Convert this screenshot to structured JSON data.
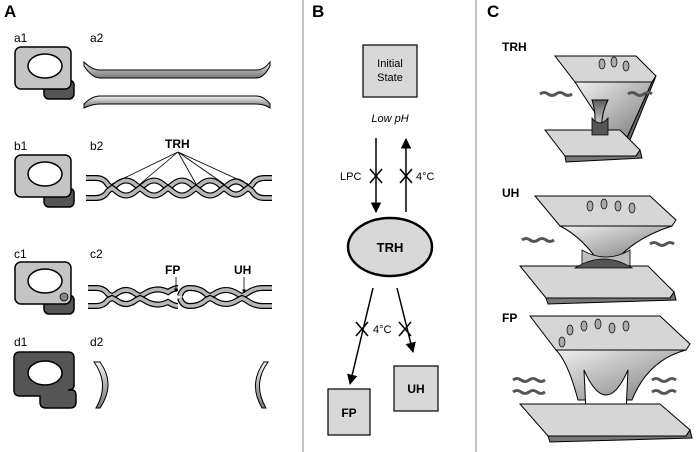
{
  "panels": {
    "a": "A",
    "b": "B",
    "c": "C"
  },
  "panel_a": {
    "labels": [
      "a1",
      "a2",
      "b1",
      "b2",
      "c1",
      "c2",
      "d1",
      "d2"
    ],
    "trh": "TRH",
    "fp": "FP",
    "uh": "UH"
  },
  "panel_b": {
    "initial": [
      "Initial",
      "State"
    ],
    "low_ph": "Low pH",
    "lpc": "LPC",
    "temp1": "4°C",
    "trh": "TRH",
    "temp2": "4°C",
    "fp": "FP",
    "uh": "UH"
  },
  "panel_c": {
    "trh": "TRH",
    "uh": "UH",
    "fp": "FP"
  },
  "colors": {
    "cell": "#c4c4c4",
    "dark": "#555555",
    "box": "#d8d8d8"
  }
}
